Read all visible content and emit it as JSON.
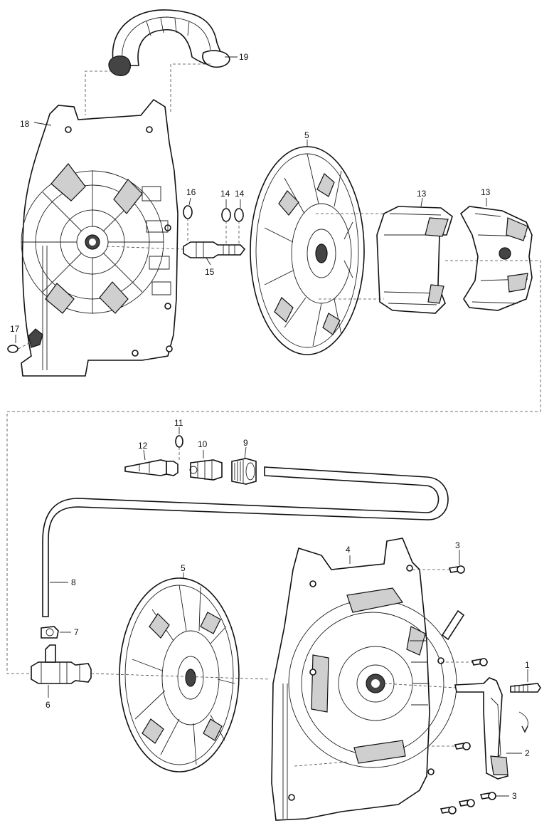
{
  "callouts": {
    "c19": "19",
    "c18": "18",
    "c5a": "5",
    "c16": "16",
    "c14a": "14",
    "c14b": "14",
    "c13a": "13",
    "c13b": "13",
    "c15": "15",
    "c17": "17",
    "c11": "11",
    "c12": "12",
    "c10": "10",
    "c9": "9",
    "c4": "4",
    "c3a": "3",
    "c5b": "5",
    "c8": "8",
    "c7": "7",
    "c1": "1",
    "c6": "6",
    "c2": "2",
    "c3b": "3"
  },
  "colors": {
    "ink": "#111111",
    "shade": "#cfcfcf",
    "dark": "#444444"
  }
}
